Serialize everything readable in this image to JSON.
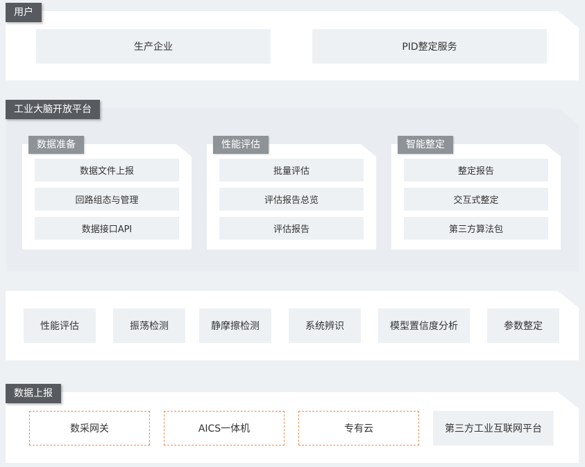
{
  "user_section": {
    "tag": "用户",
    "items": [
      "生产企业",
      "PID整定服务"
    ]
  },
  "platform_section": {
    "tag": "工业大脑开放平台",
    "cards": [
      {
        "title": "数据准备",
        "items": [
          "数据文件上报",
          "回路组态与管理",
          "数据接口API"
        ]
      },
      {
        "title": "性能评估",
        "items": [
          "批量评估",
          "评估报告总览",
          "评估报告"
        ]
      },
      {
        "title": "智能整定",
        "items": [
          "整定报告",
          "交互式整定",
          "第三方算法包"
        ]
      }
    ]
  },
  "algorithm_section": {
    "items": [
      "性能评估",
      "振荡检测",
      "静摩擦检测",
      "系统辨识",
      "模型置信度分析",
      "参数整定"
    ]
  },
  "data_section": {
    "tag": "数据上报",
    "dashed_items": [
      "数采网关",
      "AICS一体机",
      "专有云"
    ],
    "solid_item": "第三方工业互联网平台"
  },
  "colors": {
    "tag_bg": "#575b5f",
    "subtag_bg": "#8e9398",
    "box_bg": "#eef1f4",
    "dashed_border": "#f08a4b"
  }
}
